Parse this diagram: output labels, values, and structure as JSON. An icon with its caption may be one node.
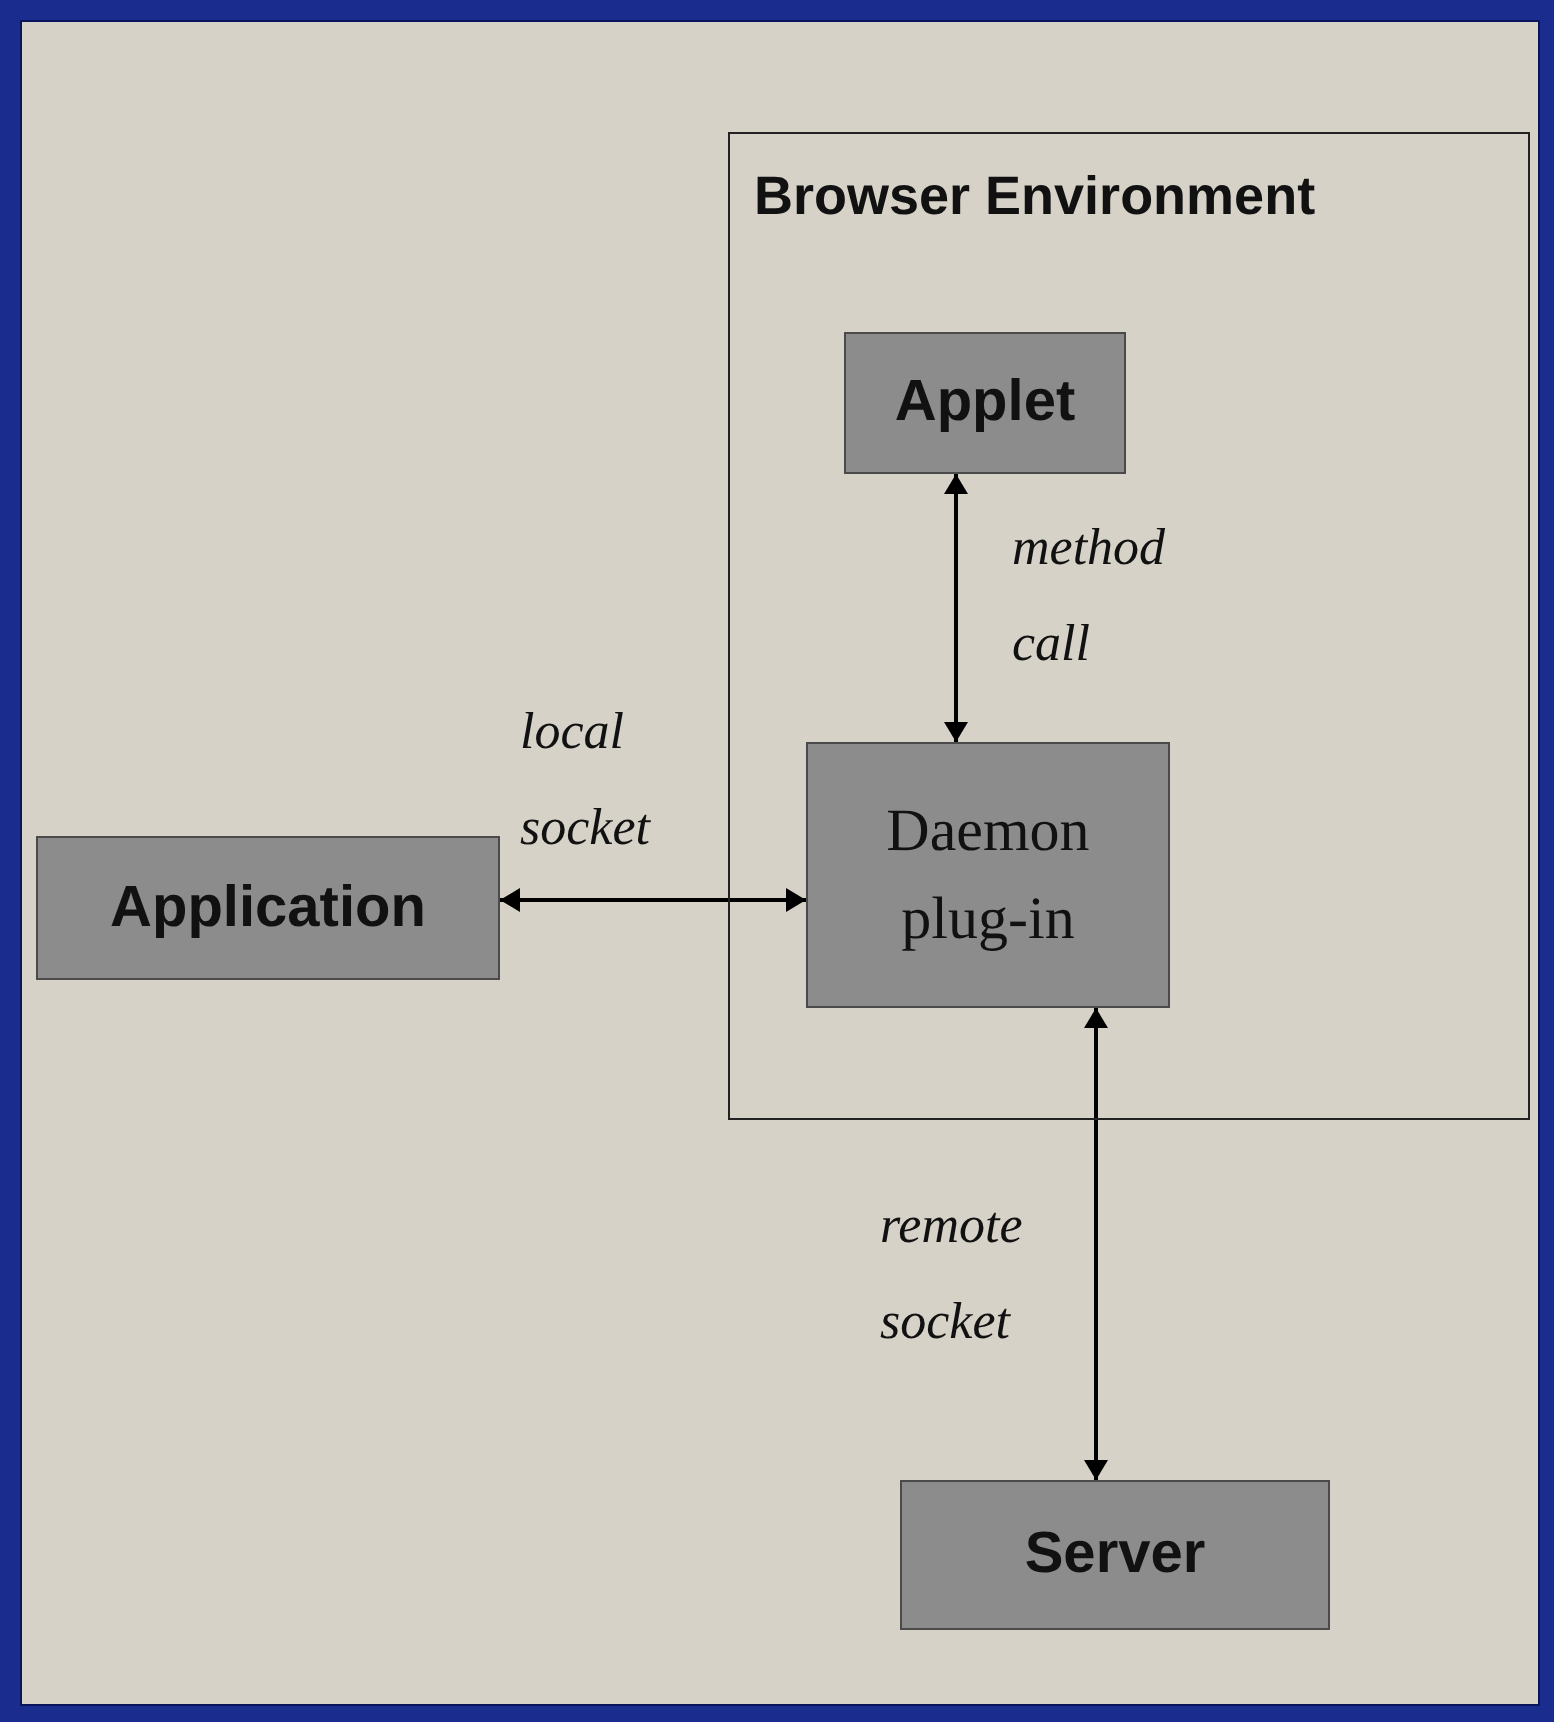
{
  "diagram": {
    "nodes": [
      {
        "text": [
          "Browser Environment"
        ]
      },
      {
        "text": [
          "Applet"
        ],
        "in": 0
      },
      {
        "text": [
          "Daemon plug-in"
        ],
        "in": 0
      },
      {
        "text": [
          "Application"
        ]
      },
      {
        "text": [
          "Server"
        ]
      }
    ],
    "edges": [
      {
        "from": 1,
        "to": 2,
        "arrow": "both",
        "label": "method call"
      },
      {
        "from": 3,
        "to": 2,
        "arrow": "both",
        "label": "local socket"
      },
      {
        "from": 2,
        "to": 4,
        "arrow": "both",
        "label": "remote socket"
      }
    ]
  }
}
